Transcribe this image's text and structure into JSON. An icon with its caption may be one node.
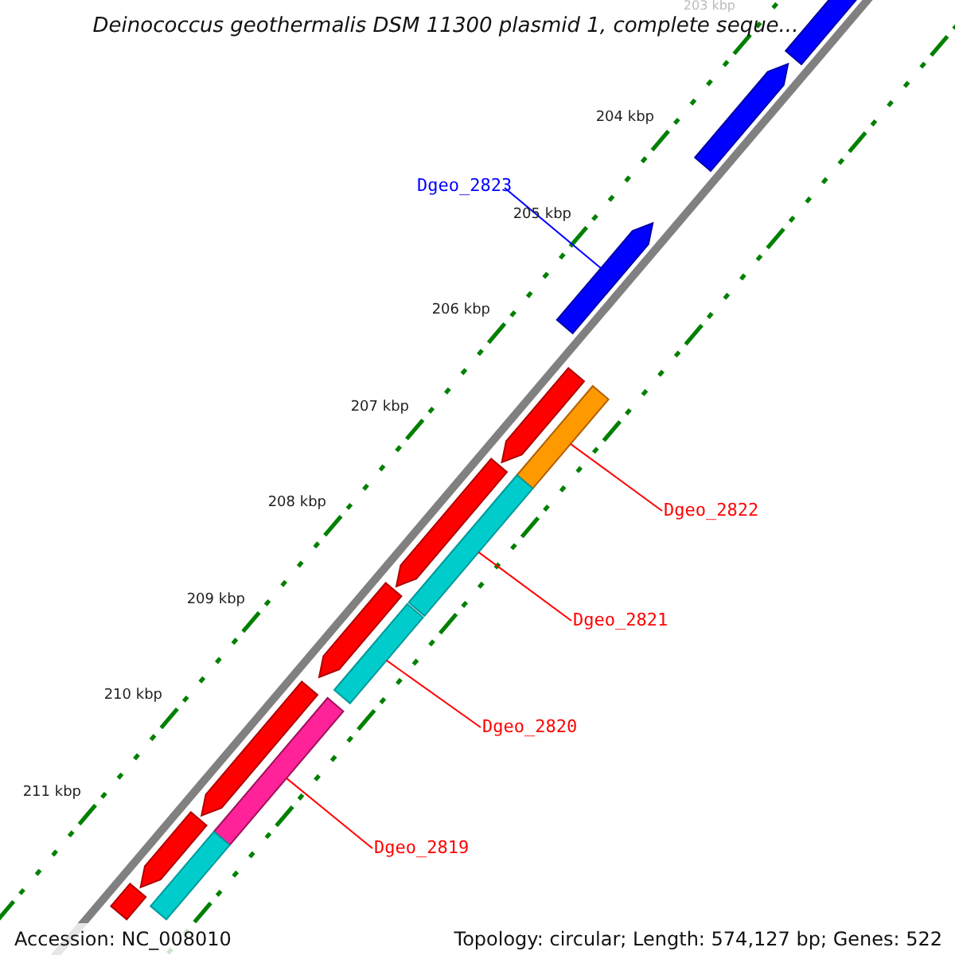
{
  "diagram": {
    "title": "Deinococcus geothermalis DSM 11300 plasmid 1, complete seque...",
    "nodes": [
      {
        "text": [
          "Dgeo_2823"
        ]
      },
      {
        "text": [
          "Dgeo_2822"
        ]
      },
      {
        "text": [
          "Dgeo_2821"
        ]
      },
      {
        "text": [
          "Dgeo_2820"
        ]
      },
      {
        "text": [
          "Dgeo_2819"
        ]
      },
      {
        "text": [],
        "shape": "arrow"
      },
      {
        "text": [],
        "shape": "arrow"
      },
      {
        "text": [],
        "shape": "arrow"
      },
      {
        "text": [],
        "shape": "bar"
      },
      {
        "text": [],
        "shape": "arrow"
      },
      {
        "text": [],
        "shape": "bar"
      },
      {
        "text": [],
        "shape": "arrow"
      },
      {
        "text": [],
        "shape": "arrow"
      },
      {
        "text": [],
        "shape": "bar"
      },
      {
        "text": [],
        "shape": "bar"
      },
      {
        "text": [],
        "shape": "arrow"
      },
      {
        "text": [],
        "shape": "bar"
      },
      {
        "text": [],
        "shape": "arrow"
      },
      {
        "text": [],
        "shape": "arrow"
      }
    ],
    "edges": [
      {
        "from": 0,
        "to": 7,
        "arrow": "none",
        "color": "#0000ff"
      },
      {
        "from": 1,
        "to": 8,
        "arrow": "none"
      },
      {
        "from": 2,
        "to": 10,
        "arrow": "none"
      },
      {
        "from": 3,
        "to": 13,
        "arrow": "none"
      },
      {
        "from": 4,
        "to": 14,
        "arrow": "none"
      }
    ],
    "labels": [
      "203 kbp",
      "204 kbp",
      "205 kbp",
      "206 kbp",
      "207 kbp",
      "208 kbp",
      "209 kbp",
      "210 kbp",
      "211 kbp",
      "Accession: NC_008010",
      "Topology: circular; Length: 574,127 bp; Genes: 522"
    ]
  }
}
